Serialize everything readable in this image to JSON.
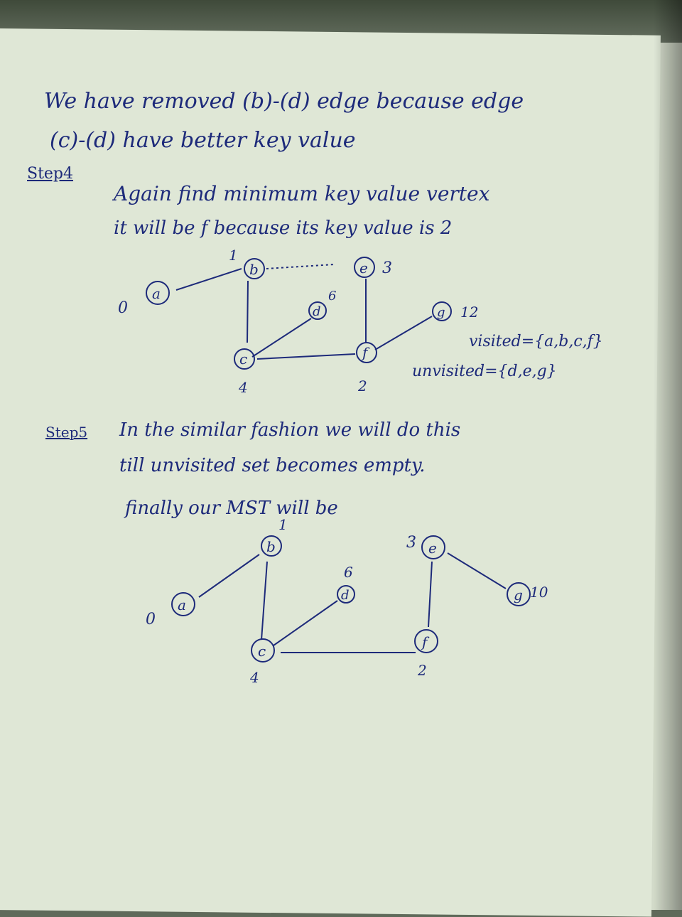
{
  "notes": {
    "line1": "We have removed (b)-(d) edge because edge",
    "line2": "(c)-(d) have better key value",
    "step4_label": "Step4",
    "step4_line1": "Again find minimum key value vertex",
    "step4_line2": "it will be f because its key value is 2",
    "visited": "visited={a,b,c,f}",
    "unvisited": "unvisited={d,e,g}",
    "step5_label": "Step5",
    "step5_line1": "In the similar fashion we will do this",
    "step5_line2": "till unvisited set becomes empty.",
    "final_line": "finally our MST will be"
  },
  "graph1": {
    "nodes": [
      {
        "id": "a",
        "key": "0"
      },
      {
        "id": "b",
        "key": "1"
      },
      {
        "id": "e",
        "key": "3"
      },
      {
        "id": "d",
        "key": "6"
      },
      {
        "id": "g",
        "key": "12"
      },
      {
        "id": "c",
        "key": "4"
      },
      {
        "id": "f",
        "key": "2"
      }
    ]
  },
  "graph2": {
    "nodes": [
      {
        "id": "b",
        "key": "1"
      },
      {
        "id": "e",
        "key": "3"
      },
      {
        "id": "d",
        "key": "6"
      },
      {
        "id": "a",
        "key": "0"
      },
      {
        "id": "g",
        "key": "10"
      },
      {
        "id": "c",
        "key": "4"
      },
      {
        "id": "f",
        "key": "2"
      }
    ]
  },
  "colors": {
    "ink": "#1d2a7a",
    "paper": "#dfe7d6"
  }
}
